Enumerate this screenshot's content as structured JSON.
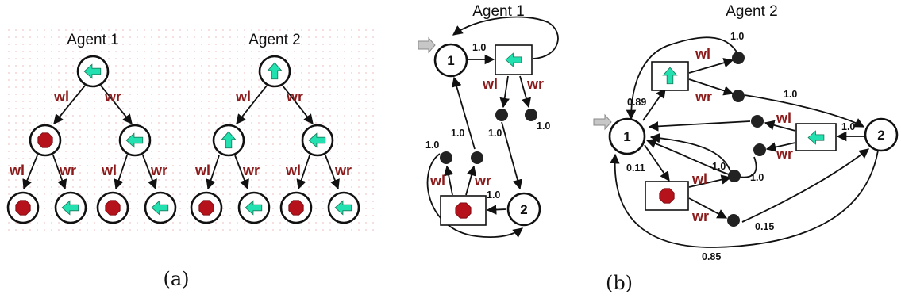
{
  "panel_a": {
    "agent1_title": "Agent 1",
    "agent2_title": "Agent 2",
    "edge_left": "wl",
    "edge_right": "wr",
    "caption": "(a)"
  },
  "panel_b": {
    "agent1_title": "Agent 1",
    "agent2_title": "Agent 2",
    "node1": "1",
    "node2": "2",
    "edge_left": "wl",
    "edge_right": "wr",
    "p_1_0": "1.0",
    "p_0_89": "0.89",
    "p_0_11": "0.11",
    "p_0_15": "0.15",
    "p_0_85": "0.85",
    "caption": "(b)"
  },
  "icons": {
    "left": "left-arrow-icon",
    "up": "up-arrow-icon",
    "stop": "stop-sign-icon",
    "icon_color": "#22e0b0",
    "stop_color": "#b5121b",
    "label_color": "#8b1a1a"
  }
}
